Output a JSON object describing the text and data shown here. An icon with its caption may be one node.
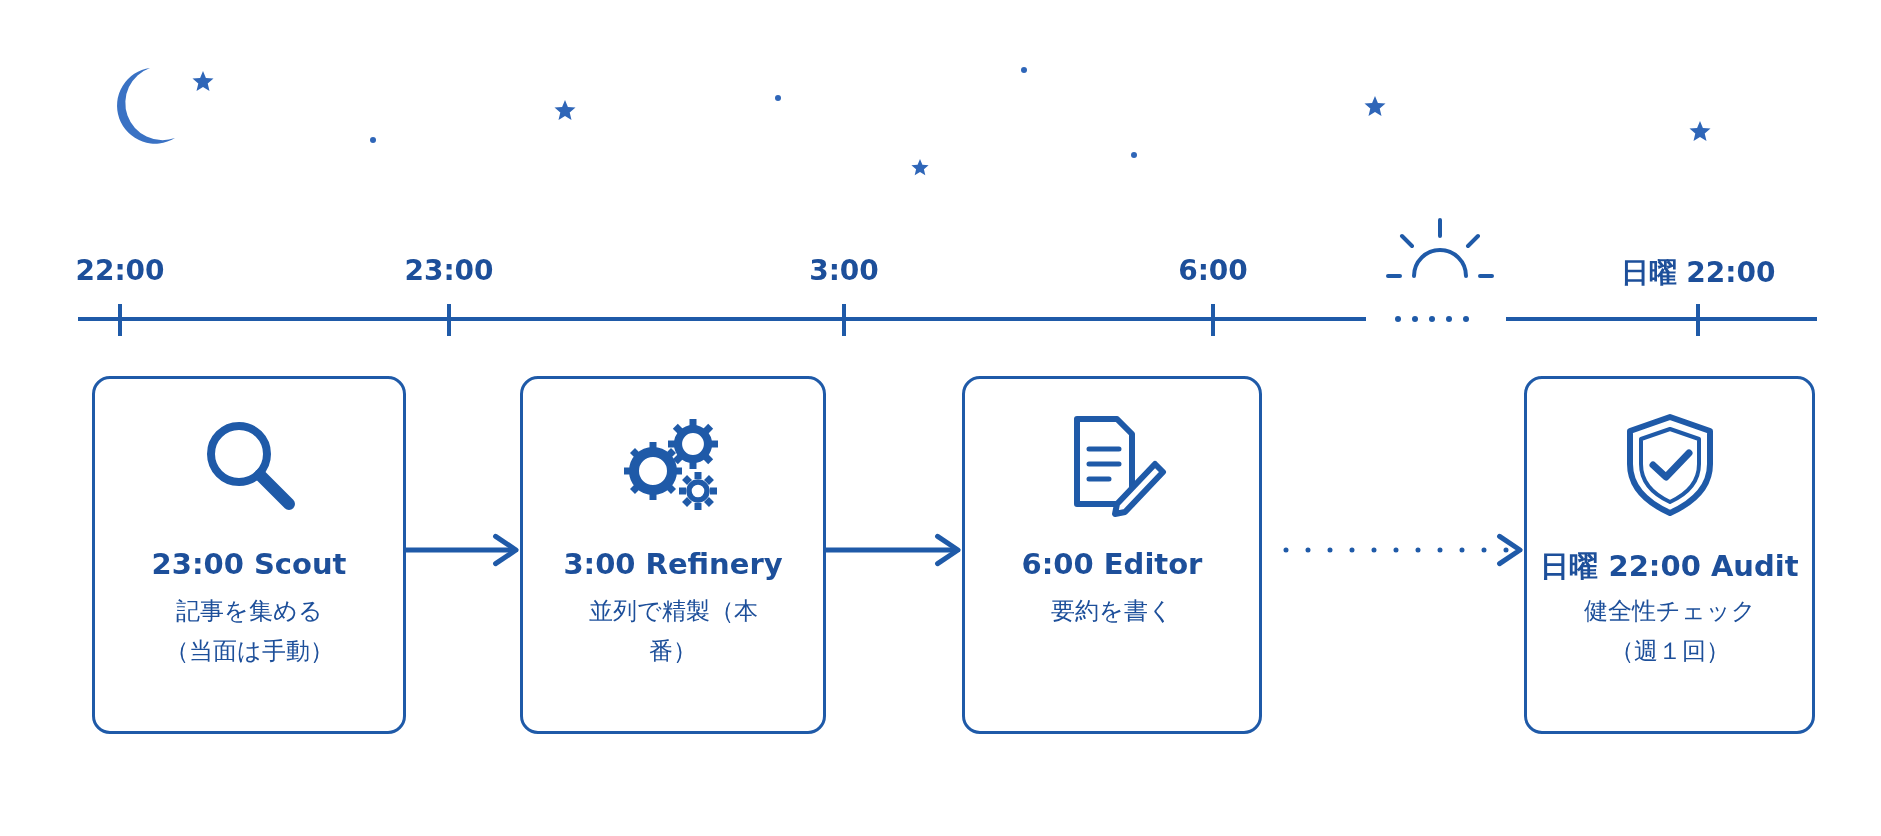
{
  "diagram": {
    "nodes": [
      {
        "text": [
          "23:00 Scout",
          "記事を集める（当面は手動）"
        ]
      },
      {
        "text": [
          "3:00 Refinery",
          "並列で精製（本番）"
        ]
      },
      {
        "text": [
          "6:00 Editor",
          "要約を書く"
        ]
      },
      {
        "text": [
          "日曜 22:00 Audit",
          "健全性チェック（週１回）"
        ]
      }
    ],
    "edges": [
      {
        "from": 0,
        "to": 1,
        "arrow": "to"
      },
      {
        "from": 1,
        "to": 2,
        "arrow": "to"
      },
      {
        "from": 2,
        "to": 3,
        "arrow": "to",
        "style": "dashed"
      }
    ],
    "labels": [
      "22:00",
      "23:00",
      "3:00",
      "6:00",
      "日曜 22:00"
    ]
  }
}
